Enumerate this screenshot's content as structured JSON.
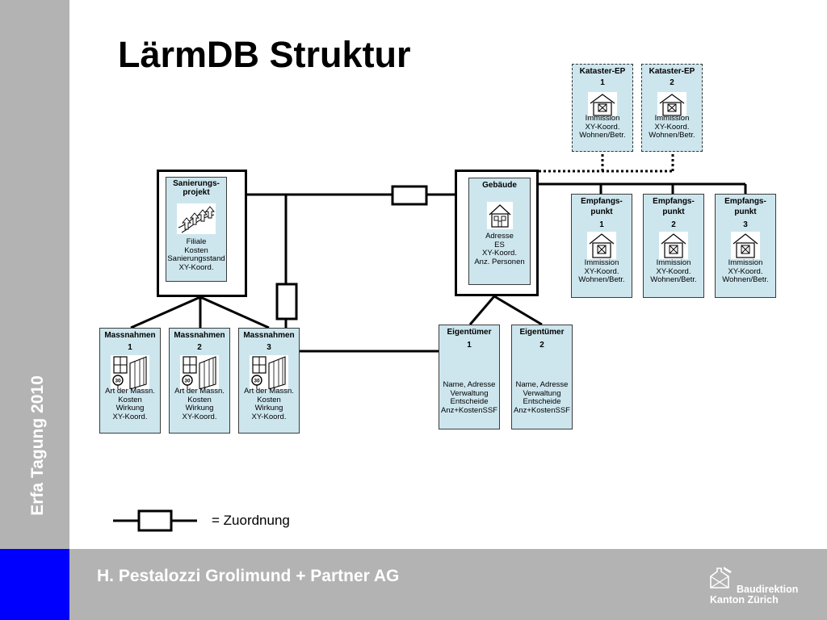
{
  "title": "LärmDB Struktur",
  "sidebar_text": "Erfa Tagung 2010",
  "footer": {
    "company": "H. Pestalozzi  Grolimund + Partner AG",
    "logo_line1": "Baudirektion",
    "logo_line2": "Kanton Zürich"
  },
  "colors": {
    "box_fill": "#cde6ee",
    "sidebar": "#b3b3b3",
    "accent_blue": "#0000ff"
  },
  "sanierungsprojekt": {
    "title_line1": "Sanierungs-",
    "title_line2": "projekt",
    "icon": "road-arrows-icon",
    "fields": [
      "Filiale",
      "Kosten",
      "Sanierungsstand",
      "XY-Koord."
    ]
  },
  "gebaeude": {
    "title": "Gebäude",
    "icon": "house-icon",
    "fields": [
      "Adresse",
      "ES",
      "XY-Koord.",
      "Anz. Personen"
    ]
  },
  "kataster": [
    {
      "title": "Kataster-EP",
      "num": "1",
      "fields": [
        "Immission",
        "XY-Koord.",
        "Wohnen/Betr."
      ]
    },
    {
      "title": "Kataster-EP",
      "num": "2",
      "fields": [
        "Immission",
        "XY-Koord.",
        "Wohnen/Betr."
      ]
    }
  ],
  "empfang": [
    {
      "title1": "Empfangs-",
      "title2": "punkt",
      "num": "1",
      "fields": [
        "Immission",
        "XY-Koord.",
        "Wohnen/Betr."
      ]
    },
    {
      "title1": "Empfangs-",
      "title2": "punkt",
      "num": "2",
      "fields": [
        "Immission",
        "XY-Koord.",
        "Wohnen/Betr."
      ]
    },
    {
      "title1": "Empfangs-",
      "title2": "punkt",
      "num": "3",
      "fields": [
        "Immission",
        "XY-Koord.",
        "Wohnen/Betr."
      ]
    }
  ],
  "massnahmen": [
    {
      "title": "Massnahmen",
      "num": "1",
      "fields": [
        "Art der Massn.",
        "Kosten",
        "Wirkung",
        "XY-Koord."
      ]
    },
    {
      "title": "Massnahmen",
      "num": "2",
      "fields": [
        "Art der Massn.",
        "Kosten",
        "Wirkung",
        "XY-Koord."
      ]
    },
    {
      "title": "Massnahmen",
      "num": "3",
      "fields": [
        "Art der Massn.",
        "Kosten",
        "Wirkung",
        "XY-Koord."
      ]
    }
  ],
  "speed_sign_label": "30",
  "eigentuemer": [
    {
      "title": "Eigentümer",
      "num": "1",
      "fields": [
        "Name, Adresse",
        "Verwaltung",
        "Entscheide",
        "Anz+KostenSSF"
      ]
    },
    {
      "title": "Eigentümer",
      "num": "2",
      "fields": [
        "Name, Adresse",
        "Verwaltung",
        "Entscheide",
        "Anz+KostenSSF"
      ]
    }
  ],
  "legend": {
    "label": "= Zuordnung"
  }
}
